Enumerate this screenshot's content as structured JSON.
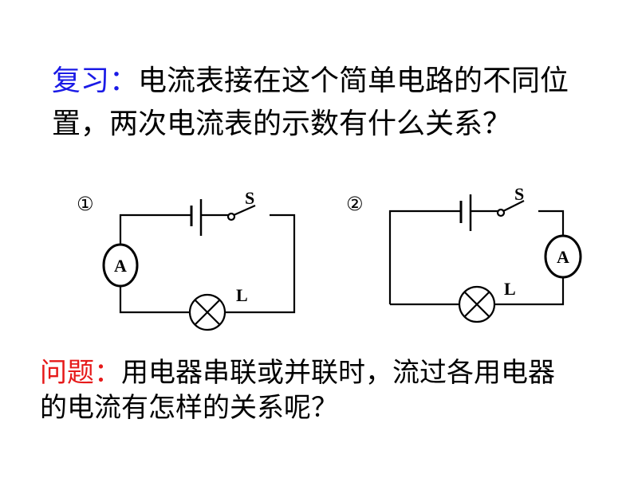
{
  "review": {
    "label": "复习：",
    "line1": "电流表接在这个简单电路的不同位",
    "line2": "置，两次电流表的示数有什么关系？"
  },
  "circuits": [
    {
      "number": "①",
      "switch_label": "S",
      "lamp_label": "L",
      "ammeter_label": "A"
    },
    {
      "number": "②",
      "switch_label": "S",
      "lamp_label": "L",
      "ammeter_label": "A"
    }
  ],
  "question": {
    "label": "问题：",
    "line1": "用电器串联或并联时，流过各用电器",
    "line2": "的电流有怎样的关系呢？"
  },
  "colors": {
    "review_label": "#1a1ae6",
    "question_label": "#e61a1a"
  }
}
